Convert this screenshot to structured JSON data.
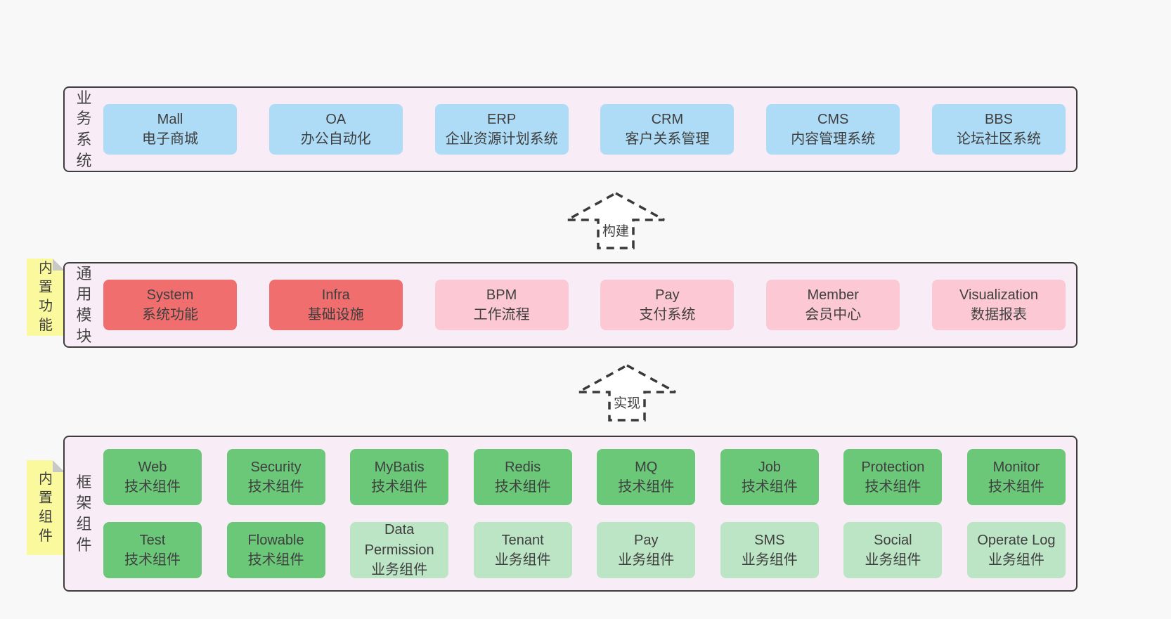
{
  "colors": {
    "page_bg": "#f8f8f8",
    "section_bg": "#f8edf6",
    "section_border": "#3d3d3d",
    "text": "#3f3f3f",
    "blue": "#aedcf6",
    "red": "#f06e6e",
    "pink": "#fbc8d3",
    "green": "#6ac878",
    "light_green": "#bce5c6",
    "sticky_bg": "#fbf99e",
    "sticky_fold": "#c8c8c8",
    "arrow_stroke": "#3a3a3a",
    "arrow_fill": "#ffffff"
  },
  "sections": [
    {
      "label": "业务系统",
      "sticky": null,
      "rows": [
        [
          {
            "title": "Mall",
            "subtitle": "电子商城",
            "color_key": "blue"
          },
          {
            "title": "OA",
            "subtitle": "办公自动化",
            "color_key": "blue"
          },
          {
            "title": "ERP",
            "subtitle": "企业资源计划系统",
            "color_key": "blue"
          },
          {
            "title": "CRM",
            "subtitle": "客户关系管理",
            "color_key": "blue"
          },
          {
            "title": "CMS",
            "subtitle": "内容管理系统",
            "color_key": "blue"
          },
          {
            "title": "BBS",
            "subtitle": "论坛社区系统",
            "color_key": "blue"
          }
        ]
      ]
    },
    {
      "label": "通用模块",
      "sticky": "内置功能",
      "rows": [
        [
          {
            "title": "System",
            "subtitle": "系统功能",
            "color_key": "red"
          },
          {
            "title": "Infra",
            "subtitle": "基础设施",
            "color_key": "red"
          },
          {
            "title": "BPM",
            "subtitle": "工作流程",
            "color_key": "pink"
          },
          {
            "title": "Pay",
            "subtitle": "支付系统",
            "color_key": "pink"
          },
          {
            "title": "Member",
            "subtitle": "会员中心",
            "color_key": "pink"
          },
          {
            "title": "Visualization",
            "subtitle": "数据报表",
            "color_key": "pink"
          }
        ]
      ]
    },
    {
      "label": "框架组件",
      "sticky": "内置组件",
      "rows": [
        [
          {
            "title": "Web",
            "subtitle": "技术组件",
            "color_key": "green"
          },
          {
            "title": "Security",
            "subtitle": "技术组件",
            "color_key": "green"
          },
          {
            "title": "MyBatis",
            "subtitle": "技术组件",
            "color_key": "green"
          },
          {
            "title": "Redis",
            "subtitle": "技术组件",
            "color_key": "green"
          },
          {
            "title": "MQ",
            "subtitle": "技术组件",
            "color_key": "green"
          },
          {
            "title": "Job",
            "subtitle": "技术组件",
            "color_key": "green"
          },
          {
            "title": "Protection",
            "subtitle": "技术组件",
            "color_key": "green"
          },
          {
            "title": "Monitor",
            "subtitle": "技术组件",
            "color_key": "green"
          }
        ],
        [
          {
            "title": "Test",
            "subtitle": "技术组件",
            "color_key": "green"
          },
          {
            "title": "Flowable",
            "subtitle": "技术组件",
            "color_key": "green"
          },
          {
            "title": "Data Permission",
            "subtitle": "业务组件",
            "color_key": "light_green"
          },
          {
            "title": "Tenant",
            "subtitle": "业务组件",
            "color_key": "light_green"
          },
          {
            "title": "Pay",
            "subtitle": "业务组件",
            "color_key": "light_green"
          },
          {
            "title": "SMS",
            "subtitle": "业务组件",
            "color_key": "light_green"
          },
          {
            "title": "Social",
            "subtitle": "业务组件",
            "color_key": "light_green"
          },
          {
            "title": "Operate Log",
            "subtitle": "业务组件",
            "color_key": "light_green"
          }
        ]
      ]
    }
  ],
  "arrows": [
    {
      "label": "构建"
    },
    {
      "label": "实现"
    }
  ]
}
